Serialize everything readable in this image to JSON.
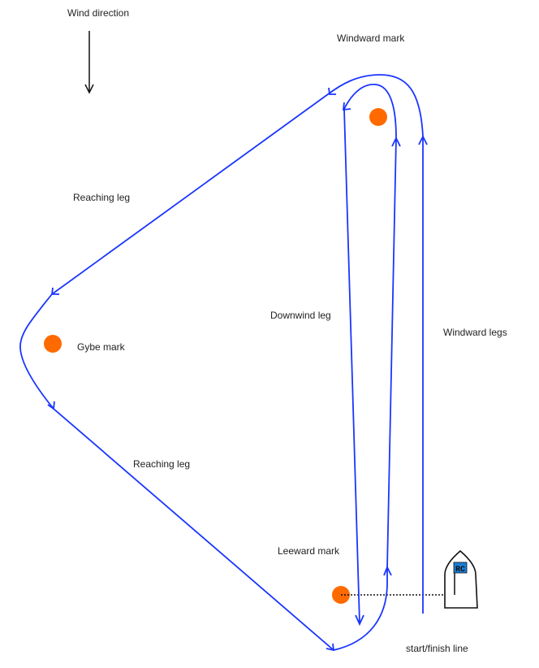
{
  "labels": {
    "wind_direction": "Wind direction",
    "windward_mark": "Windward mark",
    "reaching_leg_upper": "Reaching leg",
    "gybe_mark": "Gybe mark",
    "reaching_leg_lower": "Reaching leg",
    "downwind_leg": "Downwind leg",
    "windward_legs": "Windward legs",
    "leeward_mark": "Leeward mark",
    "start_finish_line": "start/finish line",
    "committee_boat_flag": "RC"
  },
  "colors": {
    "course_line": "#1a35ff",
    "mark": "#ff6a00",
    "outline": "#111111",
    "flag": "#1a7fd6",
    "text": "#222222"
  }
}
